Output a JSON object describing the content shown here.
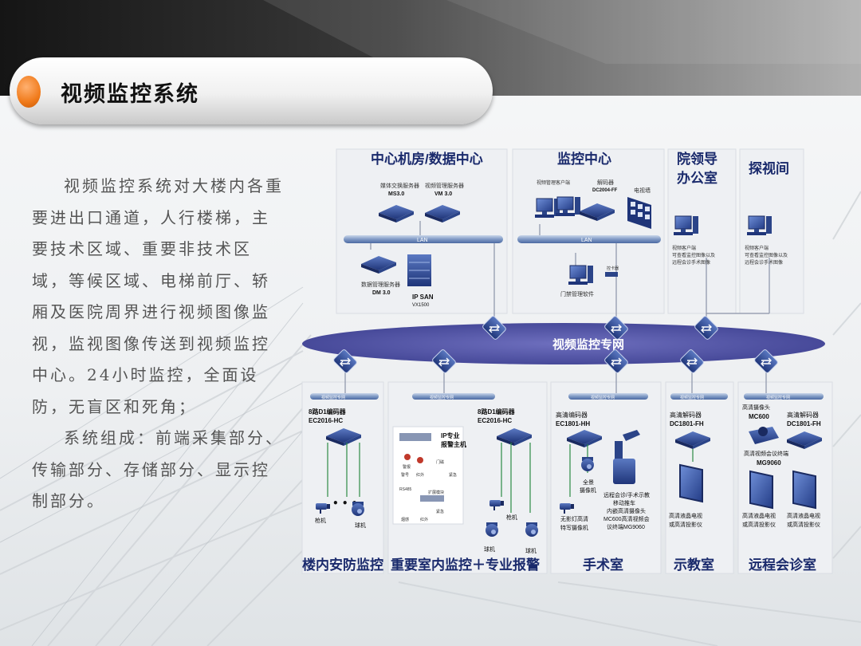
{
  "slide": {
    "title": "视频监控系统",
    "paragraphs": [
      "视频监控系统对大楼内各重要进出口通道，人行楼梯，主要技术区域、重要非技术区域，等候区域、电梯前厅、轿厢及医院周界进行视频图像监视，监视图像传送到视频监控中心。24小时监控，全面设防，无盲区和死角；",
      "系统组成：前端采集部分、传输部分、存储部分、显示控制部分。"
    ]
  },
  "diagram": {
    "network_label": "视频监控专网",
    "top_zones": {
      "datacenter": {
        "title": "中心机房/数据中心",
        "lan": "LAN",
        "server1_name": "媒体交换服务器",
        "server1_model": "MS3.0",
        "server2_name": "视频管理服务器",
        "server2_model": "VM 3.0",
        "dm_name": "数据管理服务器",
        "dm_model": "DM 3.0",
        "san_name": "IP SAN",
        "san_model": "VX1500"
      },
      "monitor": {
        "title": "监控中心",
        "lan": "LAN",
        "client_label": "视频管理客户端",
        "decoder_label": "解码器",
        "decoder_model": "DC2004-FF",
        "tvwall_label": "电视墙",
        "door_label": "门禁管理软件",
        "keyboard_label": "控卡器"
      },
      "dean": {
        "title_line1": "院领导",
        "title_line2": "办公室",
        "desc_line1": "视频客户端",
        "desc_line2": "可查看监控图像以及",
        "desc_line3": "远程会诊手术图像"
      },
      "visit": {
        "title": "探视间",
        "desc_line1": "视频客户端",
        "desc_line2": "可查看监控图像以及",
        "desc_line3": "远程会诊手术图像"
      }
    },
    "bottom_zones": {
      "building": {
        "title": "楼内安防监控",
        "net_label": "视频监控专网",
        "enc_line1": "8路D1编码器",
        "enc_line2": "EC2016-HC",
        "gun_label": "枪机",
        "dome_label": "球机"
      },
      "indoor": {
        "title": "重要室内监控＋专业报警",
        "net_label": "视频监控专网",
        "alarm_line1": "IP专业",
        "alarm_line2": "报警主机",
        "rs485_label": "RS485",
        "sub1": "警报",
        "sub2": "警号",
        "sub3": "红外",
        "sub4": "门磁",
        "sub5": "紧急",
        "ext_label": "扩展模块",
        "sub6": "烟感",
        "sub7": "红外",
        "sub8": "紧急",
        "enc_line1": "8路D1编码器",
        "enc_line2": "EC2016-HC",
        "gun_label": "枪机",
        "dome_label1": "球机",
        "dome_label2": "球机"
      },
      "surgery": {
        "title": "手术室",
        "net_label": "视频监控专网",
        "enc_line1": "高清编码器",
        "enc_line2": "EC1801-HH",
        "cam1_line1": "全景",
        "cam1_line2": "摄像机",
        "cam2_line1": "无影灯高清",
        "cam2_line2": "特写摄像机",
        "cart_line1": "远程会诊/手术示教",
        "cart_line2": "移动推车",
        "cart_line3": "内嵌高清摄像头",
        "cart_line4": "MC600高清视频会",
        "cart_line5": "议终端MG9060"
      },
      "teaching": {
        "title": "示教室",
        "net_label": "视频监控专网",
        "dec_line1": "高清解码器",
        "dec_line2": "DC1801-FH",
        "tv_line1": "高清液晶电视",
        "tv_line2": "或高清投影仪"
      },
      "consult": {
        "title": "远程会诊室",
        "net_label": "视频监控专网",
        "cam_line1": "高清摄像头",
        "cam_line2": "MC600",
        "dec_line1": "高清解码器",
        "dec_line2": "DC1801-FH",
        "conf_line1": "高清视频会议终端",
        "conf_line2": "MG9060",
        "tv1_line1": "高清液晶电视",
        "tv1_line2": "或高清投影仪",
        "tv2_line1": "高清液晶电视",
        "tv2_line2": "或高清投影仪"
      }
    }
  },
  "colors": {
    "accent": "#f07a1a",
    "device": "#2e4a8c",
    "network": "#4b4f9c",
    "panel": "#eef0f3",
    "zone_title": "#1a2a6c"
  }
}
